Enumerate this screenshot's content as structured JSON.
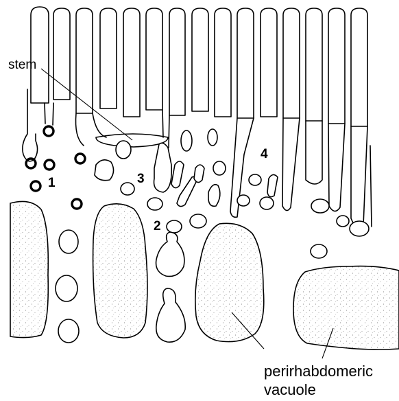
{
  "labels": {
    "stem": "stem",
    "stage_1": "1",
    "stage_2": "2",
    "stage_3": "3",
    "stage_4": "4",
    "vacuole_line1": "perirhabdomeric",
    "vacuole_line2": "vacuole"
  },
  "colors": {
    "ink": "#000000",
    "background": "#ffffff"
  }
}
